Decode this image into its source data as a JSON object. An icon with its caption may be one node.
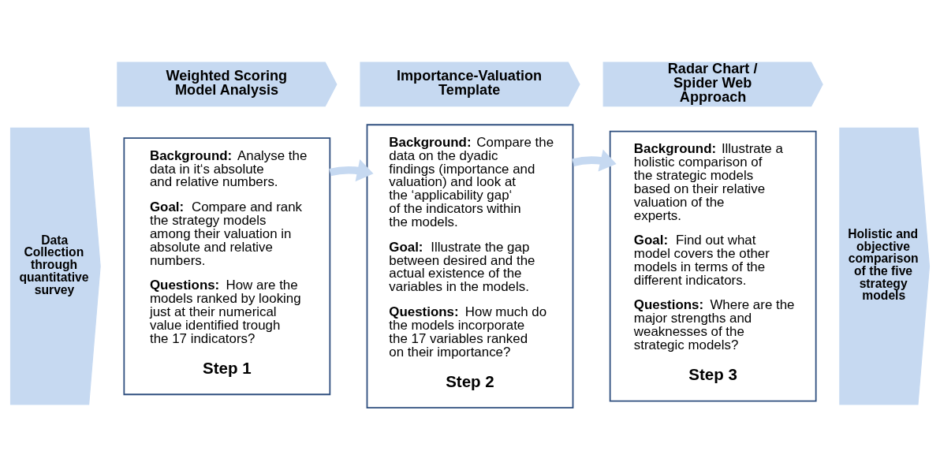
{
  "diagram": {
    "nodes": [
      {
        "text": [
          "Data Collection through quantitative survey"
        ]
      },
      {
        "text": [
          "Weighted Scoring Model Analysis"
        ]
      },
      {
        "text": [
          "**Background:** Analyse the data in it‘s absolute and relative numbers.",
          "**Goal:** Compare and rank the strategy models among their valuation in absolute and relative numbers.",
          "**Questions:** How are the models ranked by looking just at their numerical value identified trough the 17 indicators?",
          "Step 1"
        ]
      },
      {
        "text": [
          "Importance-Valuation Template"
        ]
      },
      {
        "text": [
          "**Background:** Compare the data on the dyadic findings (importance and valuation) and look at the ‘applicability gap‘ of the indicators within the models.",
          "**Goal:** Illustrate the gap between desired and the actual existence of the variables in the models.",
          "**Questions:** How much do the models incorporate the 17 variables ranked on their importance?",
          "Step 2"
        ]
      },
      {
        "text": [
          "Radar Chart / Spider Web Approach"
        ]
      },
      {
        "text": [
          "**Background:** Illustrate a holistic comparison of the strategic models based on their relative valuation of the experts.",
          "**Goal:** Find out what model covers the other models in terms of the different indicators.",
          "**Questions:** Where are the major strengths and weaknesses of the strategic models?",
          "Step 3"
        ]
      },
      {
        "text": [
          "Holistic and objective comparison of the five strategy models"
        ]
      }
    ],
    "edges": [
      {
        "from": 2,
        "to": 4,
        "arrow": "to"
      },
      {
        "from": 4,
        "to": 6,
        "arrow": "to"
      }
    ]
  }
}
